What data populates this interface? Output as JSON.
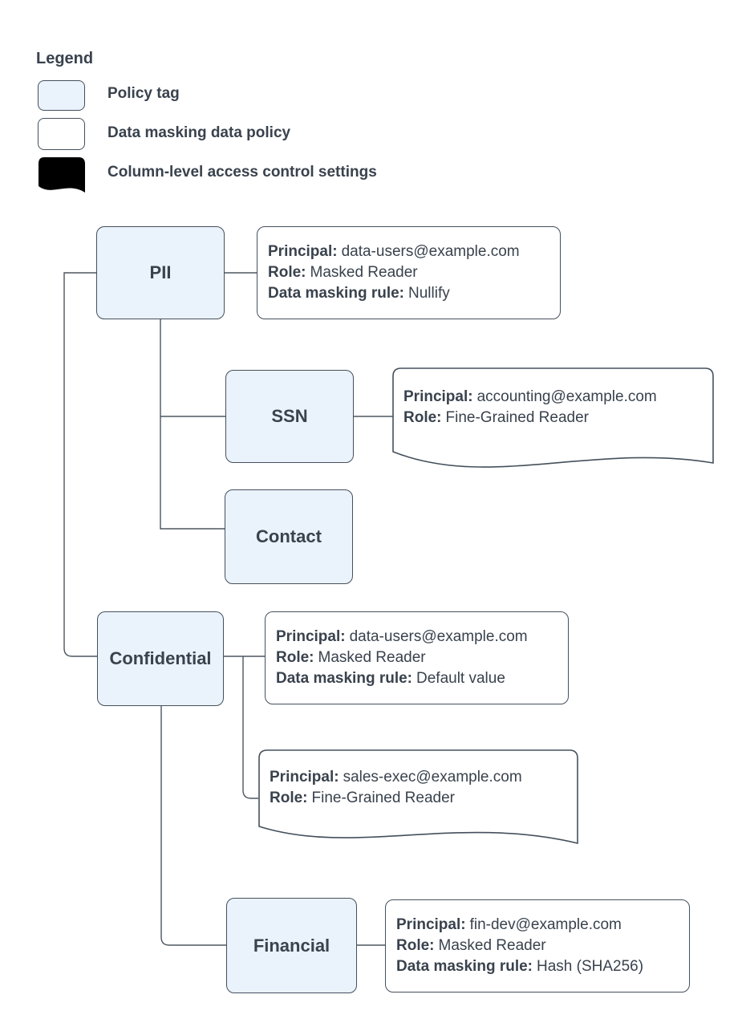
{
  "colors": {
    "policy_tag_fill": "#eaf2fc",
    "shape_stroke": "#45505c",
    "connector_line": "#4d5660",
    "text": "#39424d",
    "background": "#ffffff"
  },
  "legend": {
    "title": "Legend",
    "items": [
      {
        "swatch": "policy-tag",
        "label": "Policy tag"
      },
      {
        "swatch": "data-masking-policy",
        "label": "Data masking data policy"
      },
      {
        "swatch": "column-level-access-control",
        "label": "Column-level access control settings"
      }
    ]
  },
  "tags": {
    "pii": {
      "label": "PII"
    },
    "ssn": {
      "label": "SSN"
    },
    "contact": {
      "label": "Contact"
    },
    "confidential": {
      "label": "Confidential"
    },
    "financial": {
      "label": "Financial"
    }
  },
  "policies": {
    "pii_masking": {
      "lines": [
        {
          "label": "Principal:",
          "value": "data-users@example.com"
        },
        {
          "label": "Role:",
          "value": "Masked Reader"
        },
        {
          "label": "Data masking rule:",
          "value": "Nullify"
        }
      ]
    },
    "ssn_access": {
      "lines": [
        {
          "label": "Principal:",
          "value": "accounting@example.com"
        },
        {
          "label": "Role:",
          "value": "Fine-Grained Reader"
        }
      ]
    },
    "confidential_masking": {
      "lines": [
        {
          "label": "Principal:",
          "value": "data-users@example.com"
        },
        {
          "label": "Role:",
          "value": "Masked Reader"
        },
        {
          "label": "Data masking rule:",
          "value": "Default value"
        }
      ]
    },
    "confidential_access": {
      "lines": [
        {
          "label": "Principal:",
          "value": "sales-exec@example.com"
        },
        {
          "label": "Role:",
          "value": "Fine-Grained Reader"
        }
      ]
    },
    "financial_masking": {
      "lines": [
        {
          "label": "Principal:",
          "value": "fin-dev@example.com"
        },
        {
          "label": "Role:",
          "value": "Masked Reader"
        },
        {
          "label": "Data masking rule:",
          "value": "Hash (SHA256)"
        }
      ]
    }
  }
}
